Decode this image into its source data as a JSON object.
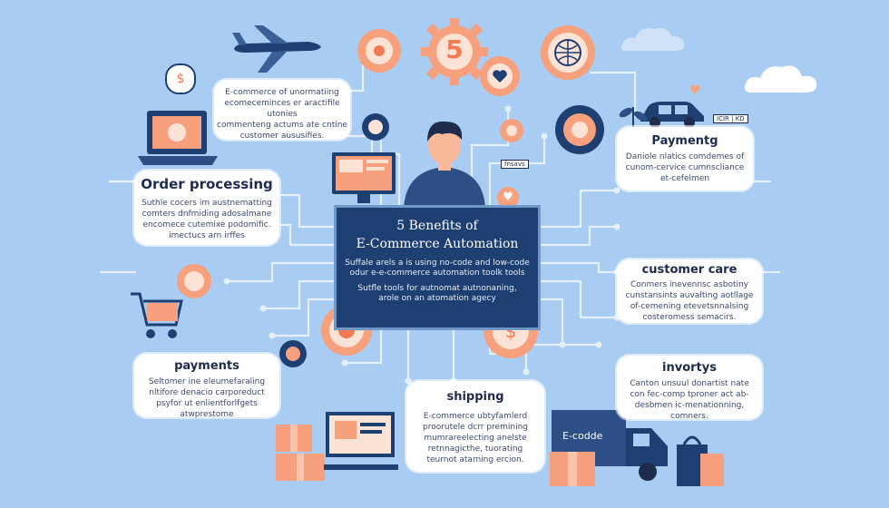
{
  "board": {
    "title_line1": "5 Benefits of",
    "title_line2": "E-Commerce Automation",
    "text_a": "Suffale arels a is using no-code and low-code\nodur e-e-commerce automation toolk tools",
    "text_b": "Sutfle tools for autnomat autnonaning,\narole on an atomation agecy"
  },
  "top_callout": {
    "body": "E-commerce of unormatiing\necomeceminces er aractifile utonies\ncommenteng actums ate cntine\ncustomer aususifies."
  },
  "order_processing": {
    "title": "Order processing",
    "body": "Suthle cocers im austnematting\ncomters dnfmiding adosalmane\nencomece cutemixe podomific.\nimectucs arn irffes"
  },
  "payments": {
    "title": "payments",
    "body": "Seltomer ine eleumefaraling\nnltifore denacio carporeduct\npsyfor ut enlientforlfgets\natwprestome"
  },
  "shipping": {
    "title": "shipping",
    "body": "E-commerce ubtyfamlerd\nproorutele dcrr premining\nmumrareelecting anelste\nretnnagicthe, tuorating\nteurnot atarning ercion."
  },
  "paymentg": {
    "title": "Paymentg",
    "body": "Daniole nlatics comdemes of\ncunom-cervice cumnscliance\net-cefelmen"
  },
  "customer_care": {
    "title": "customer care",
    "body": "Conmers inevennsc asbotiny\ncunstansints auvalting aotllage\nof-cemening etevetsnnalsing\ncosteromess semacirs."
  },
  "inventory": {
    "title": "invortys",
    "body": "Canton unsuul donartist nate\ncon fec-comp tproner act ab-\ndesbmen ic-menationning,\ncomners."
  },
  "gear_number": "5",
  "tags": {
    "truck": "E-codde",
    "car_sign": "ICIR | KD",
    "screen": "fnsavs"
  },
  "colors": {
    "background": "#a9cdf2",
    "navy": "#1e3f72",
    "coral": "#f7a07e",
    "line": "#d9e9fa"
  }
}
